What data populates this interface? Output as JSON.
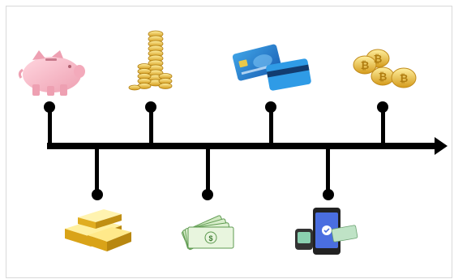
{
  "diagram": {
    "type": "timeline",
    "direction": "left-to-right",
    "line_color": "#000000",
    "items": [
      {
        "icon": "piggy-bank-icon",
        "position": "above",
        "color": "#f4b7c4"
      },
      {
        "icon": "gold-bars-icon",
        "position": "below",
        "color": "#e0b020"
      },
      {
        "icon": "gold-coin-stacks-icon",
        "position": "above",
        "color": "#e8c33a"
      },
      {
        "icon": "banknotes-icon",
        "position": "below",
        "color": "#7fbf6a"
      },
      {
        "icon": "credit-cards-icon",
        "position": "above",
        "color": "#2f78c8"
      },
      {
        "icon": "mobile-payment-icon",
        "position": "below",
        "color": "#4a6ee0"
      },
      {
        "icon": "bitcoin-coins-icon",
        "position": "above",
        "color": "#f2c24a"
      }
    ]
  }
}
